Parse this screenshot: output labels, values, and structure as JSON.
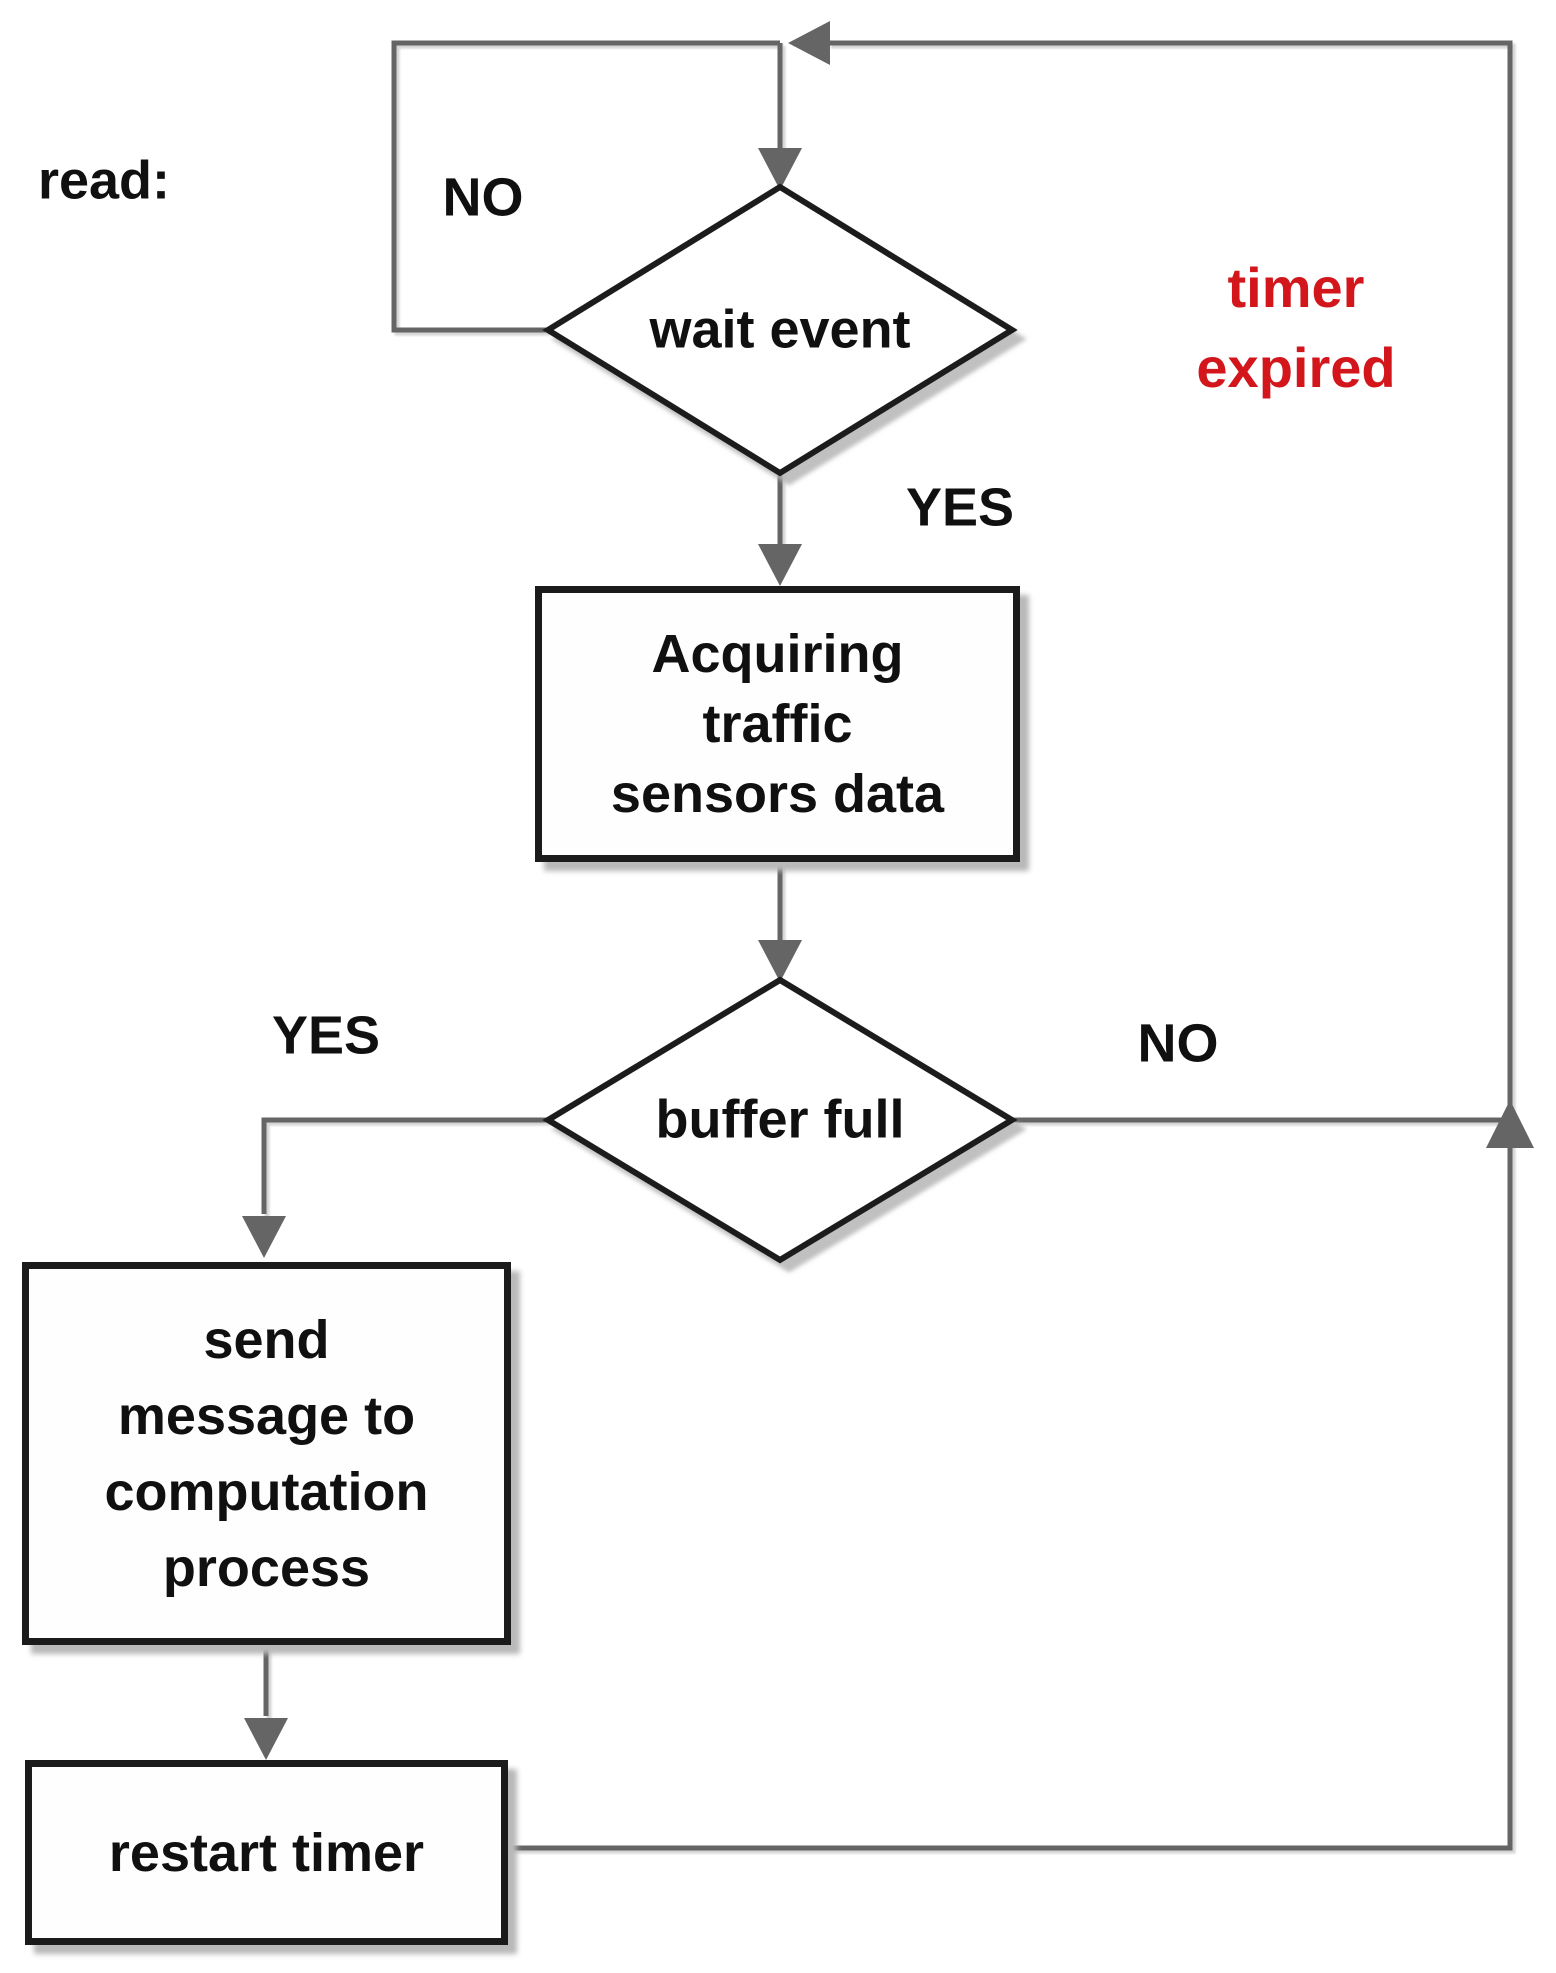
{
  "title": "sensor read process flowchart",
  "colors": {
    "line": "#656565",
    "border": "#1b1b1b",
    "text": "#101010",
    "timer_red": "#d2161c",
    "shadow": "#b9b9b9"
  },
  "labels": {
    "read": "read:",
    "no_wait_loop": "NO",
    "yes_wait": "YES",
    "yes_buffer": "YES",
    "no_buffer": "NO",
    "timer_expired": "timer\nexpired"
  },
  "nodes": {
    "wait_event": {
      "type": "decision",
      "label": "wait event"
    },
    "acquire": {
      "type": "process",
      "label": "Acquiring\ntraffic\nsensors data"
    },
    "buffer_full": {
      "type": "decision",
      "label": "buffer full"
    },
    "send_message": {
      "type": "process",
      "label": "send\nmessage to\ncomputation\nprocess"
    },
    "restart_timer": {
      "type": "process",
      "label": "restart timer"
    }
  }
}
